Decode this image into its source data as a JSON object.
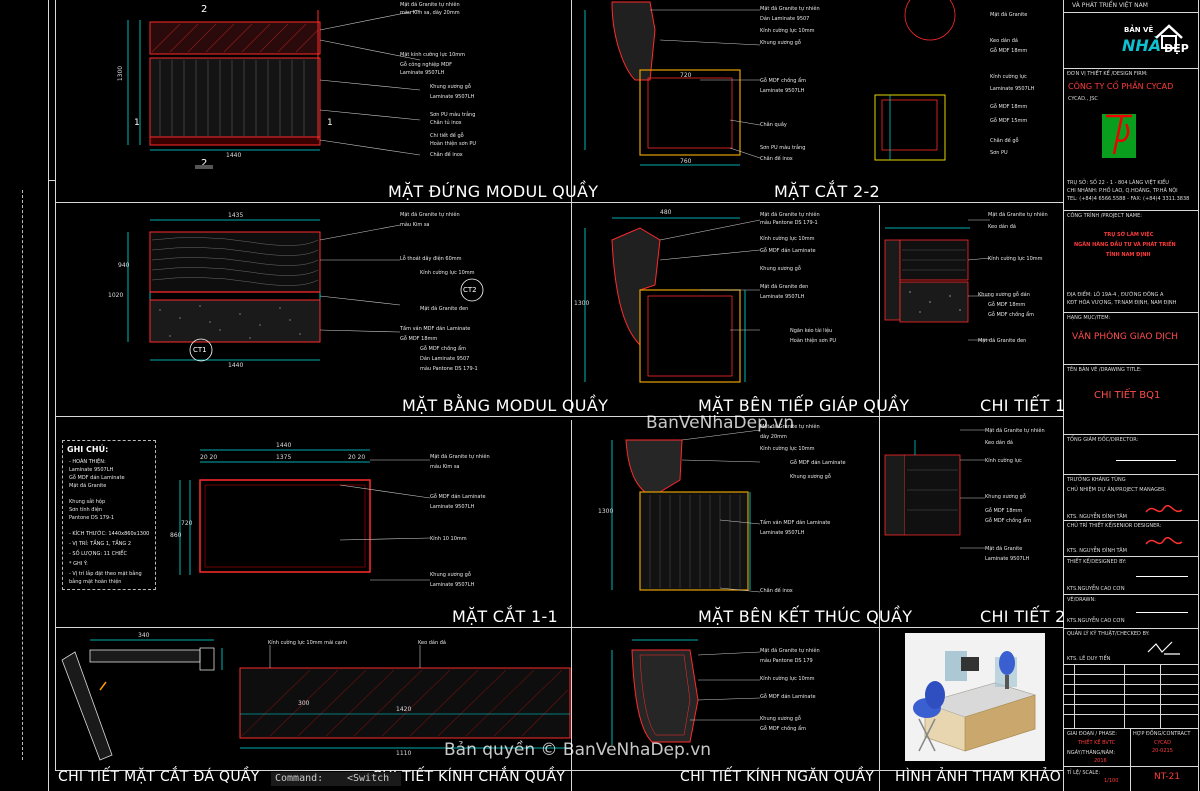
{
  "panels": {
    "mat_dung_modul_quay": "MẶT ĐỨNG MODUL QUẦY",
    "mat_cat_2_2": "MẶT CẮT 2-2",
    "mat_bang_modul_quay": "MẶT BẰNG MODUL QUẦY",
    "mat_ben_tiep_giap_quay": "MẶT BÊN TIẾP GIÁP QUẦY",
    "chi_tiet_1": "CHI TIẾT 1",
    "mat_cat_1_1": "MẶT CẮT 1-1",
    "mat_ben_ket_thuc_quay": "MẶT BÊN KẾT THÚC QUẦY",
    "chi_tiet_2": "CHI TIẾT 2",
    "chi_tiet_mat_cat_da_quay": "CHI TIẾT MẶT CẮT ĐÁ QUẦY",
    "chi_tiet_kinh_chan_quay": "CHI TIẾT KÍNH CHẮN QUẦY",
    "chi_tiet_kinh_ngan_quay": "CHI TIẾT KÍNH NGĂN QUẦY",
    "hinh_anh_tham_khao": "HÌNH ẢNH THAM KHẢO"
  },
  "dimensions": {
    "d1440": "1440",
    "d1435": "1435",
    "d1375": "1375",
    "d1300": "1300",
    "d1420": "1420",
    "d1110": "1110",
    "d1020": "1020",
    "d940": "940",
    "d860": "860",
    "d720": "720",
    "d760": "760",
    "d480": "480",
    "d340": "340",
    "d300": "300",
    "d2020": "20 20"
  },
  "markers": {
    "section_2": "2",
    "section_1": "1",
    "ct1": "CT1",
    "ct2": "CT2"
  },
  "notes_box": {
    "title": "GHI CHÚ:",
    "line1": "- HOÀN THIỆN:",
    "line2": "- KÍCH THƯỚC: 1440x860x1300",
    "line3": "- VỊ TRÍ: TẦNG 1, TẦNG 2",
    "line4": "- SỐ LƯỢNG: 11 CHIẾC",
    "line5": "* GHI Ý:"
  },
  "title_block": {
    "company_header": "VÀ PHÁT TRIỂN VIỆT NAM",
    "logo_line1": "BẢN VẼ",
    "logo_nha": "NHÀ",
    "logo_dep": "ĐẸP",
    "design_firm_label": "ĐƠN VỊ THIẾT KẾ /DESIGN FIRM:",
    "design_firm": "CÔNG TY CỔ PHẦN CYCAD",
    "firm_short": "CYCAD., JSC",
    "address": "TRỤ SỞ: SỐ 22 - 1 - 804 LÁNG VIỆT KIỀU",
    "address2": "CHI NHÁNH: P.HỒ LAO, Q.HOÀNG, TP.HÀ NỘI",
    "phone": "TEL: (+84)4 6566.5588 - FAX: (+84)4 3311.3838",
    "project_label": "CÔNG TRÌNH /PROJECT NAME:",
    "project_line1": "TRỤ SỞ LÀM VIỆC",
    "project_line2": "NGÂN HÀNG ĐẦU TƯ VÀ PHÁT TRIỂN",
    "project_line3": "TỈNH NAM ĐỊNH",
    "location": "ĐỊA ĐIỂM: LÔ 19A-4 , ĐƯỜNG ĐÔNG A",
    "location2": "KĐT HÒA VƯỢNG, TP.NAM ĐỊNH, NAM ĐỊNH",
    "item_label": "HẠNG MỤC/ITEM:",
    "item": "VĂN PHÒNG GIAO DỊCH",
    "drawing_title_label": "TÊN BẢN VẼ /DRAWING TITLE:",
    "drawing_title": "CHI TIẾT BQ1",
    "director_label": "TỔNG GIÁM ĐỐC/DIRECTOR:",
    "dept_head_label": "TRƯỞNG KHÁNG TÙNG",
    "pm_label": "CHỦ NHIỆM DỰ ÁN/PROJECT MANAGER:",
    "pm_name": "KTS. NGUYỄN ĐÌNH TÂM",
    "lead_label": "CHỦ TRÌ THIẾT KẾ/SENIOR DESIGNER:",
    "lead_name": "KTS. NGUYỄN ĐÌNH TÂM",
    "designer_label": "THIẾT KẾ/DESIGNED BY:",
    "designer_name": "KTS.NGUYỄN CAO CƠN",
    "drawn_label": "VẼ/DRAWN:",
    "drawn_name": "KTS.NGUYỄN CAO CƠN",
    "checked_label": "QUẢN LÝ KỸ THUẬT/CHECKED BY:",
    "checked_name": "KTS. LÊ DUY TIẾN",
    "phase_label": "GIAI ĐOẠN / PHASE:",
    "phase": "THIẾT KẾ BVTC",
    "date_label": "NGÀY/THÁNG/NĂM:",
    "date": "2016",
    "scale_label": "TỈ LỆ/ SCALE:",
    "scale": "1/100",
    "contract_label": "HỢP ĐỒNG/CONTRACT",
    "contract": "CYCAD",
    "code": "20-0215",
    "sheet": "NT-21"
  },
  "command_line": {
    "prompt": "Command:",
    "text": "<Switch"
  },
  "watermark": {
    "top": "BanVeNhaDep.vn",
    "bottom": "Bản quyền © BanVeNhaDep.vn"
  },
  "colors": {
    "frame": "#d8d8d8",
    "red": "#ff2a2a",
    "cyan": "#00e5e5",
    "green": "#00b000",
    "yellow": "#e6d400",
    "orange": "#ff9900",
    "magenta": "#ff33cc"
  }
}
